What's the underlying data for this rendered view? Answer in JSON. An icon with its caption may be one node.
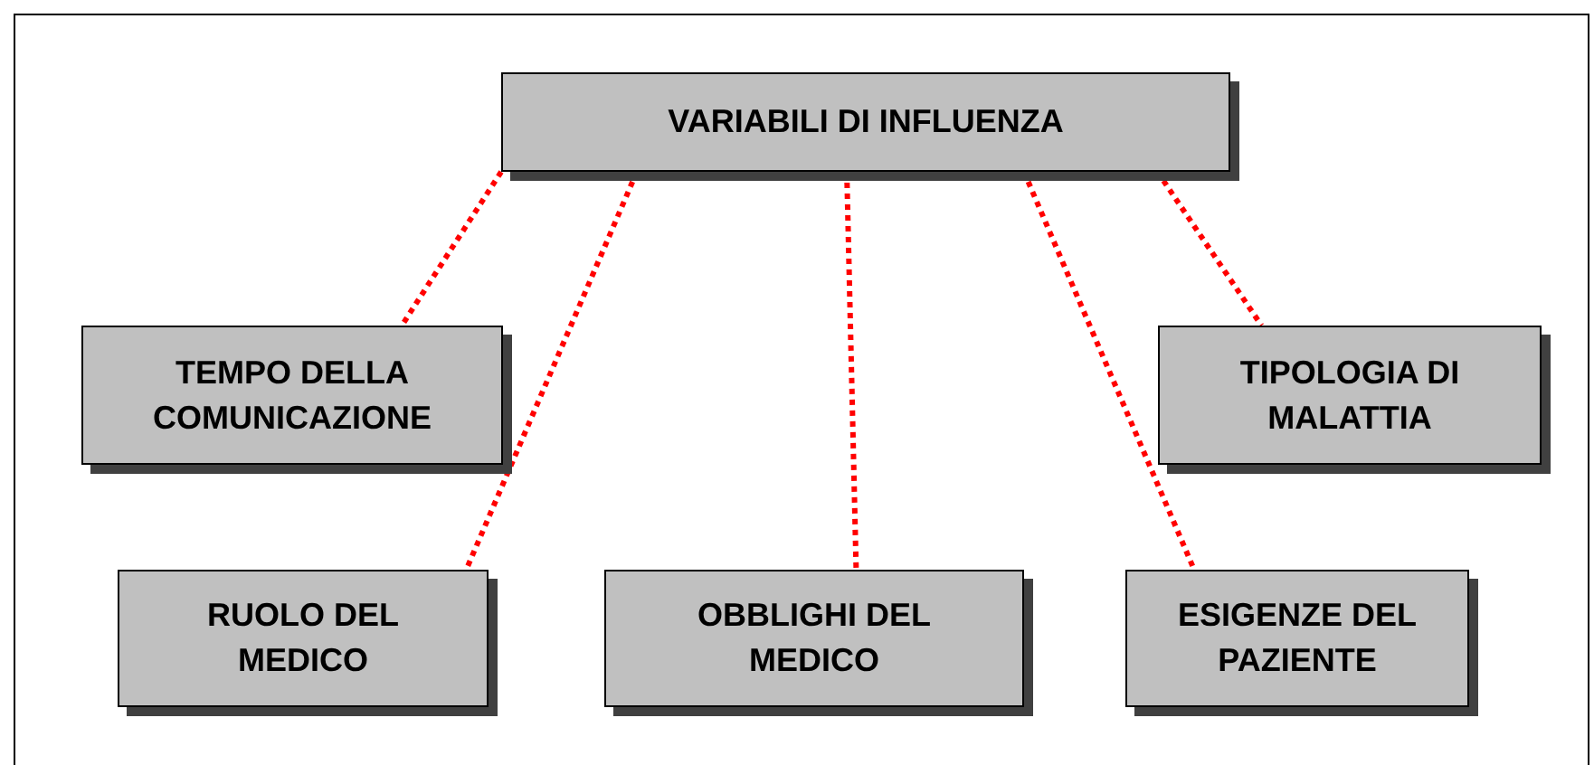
{
  "diagram": {
    "nodes": [
      {
        "text": [
          "VARIABILI DI INFLUENZA"
        ]
      },
      {
        "text": [
          "TEMPO DELLA COMUNICAZIONE"
        ]
      },
      {
        "text": [
          "TIPOLOGIA DI MALATTIA"
        ]
      },
      {
        "text": [
          "RUOLO DEL MEDICO"
        ]
      },
      {
        "text": [
          "OBBLIGHI DEL MEDICO"
        ]
      },
      {
        "text": [
          "ESIGENZE DEL PAZIENTE"
        ]
      }
    ],
    "edges": [
      {
        "from": 0,
        "to": 1,
        "arrow": "none"
      },
      {
        "from": 0,
        "to": 3,
        "arrow": "none"
      },
      {
        "from": 0,
        "to": 4,
        "arrow": "none"
      },
      {
        "from": 0,
        "to": 5,
        "arrow": "none"
      },
      {
        "from": 0,
        "to": 2,
        "arrow": "none"
      }
    ]
  }
}
